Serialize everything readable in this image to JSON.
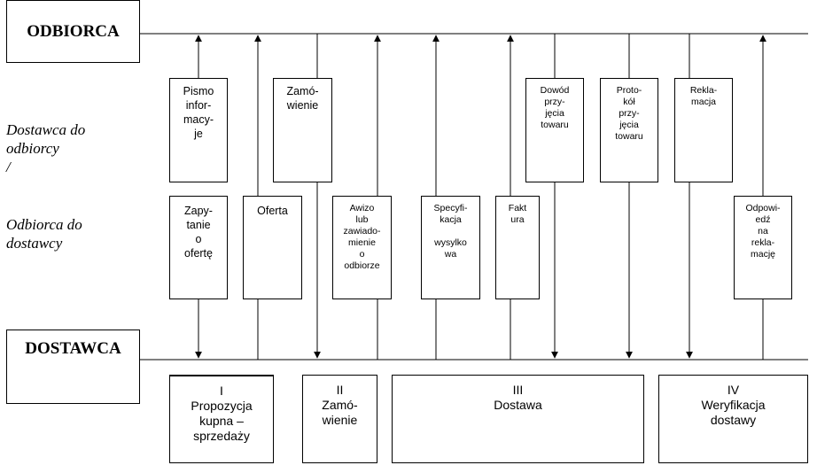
{
  "parties": {
    "recipient": "ODBIORCA",
    "supplier": "DOSTAWCA"
  },
  "direction_labels": {
    "supplier_to_recipient": "Dostawca do\nodbiorcy\n/",
    "recipient_to_supplier": "Odbiorca do\ndostawcy"
  },
  "documents_to_recipient": [
    {
      "id": "pismo",
      "label": "Pismo\ninfor-\nmacy-\nje"
    },
    {
      "id": "zamowienie",
      "label": "Zamó-\nwienie"
    },
    {
      "id": "dowod",
      "label": "Dowód\nprzy-\njęcia\ntowaru"
    },
    {
      "id": "protokol",
      "label": "Proto-\nkół\nprzy-\njęcia\ntowaru"
    },
    {
      "id": "reklamacja",
      "label": "Rekla-\nmacja"
    }
  ],
  "documents_to_supplier": [
    {
      "id": "zapytanie",
      "label": "Zapy-\ntanie\no\nofertę"
    },
    {
      "id": "oferta",
      "label": "Oferta"
    },
    {
      "id": "awizo",
      "label": "Awizo\nlub\nzawiado-\nmienie\no\nodbiorze"
    },
    {
      "id": "specyfikacja",
      "label": "Specyfi-\nkacja\n\nwysylko\nwa"
    },
    {
      "id": "faktura",
      "label": "Fakt\nura"
    },
    {
      "id": "odpowiedz",
      "label": "Odpowi-\nedź\nna\nrekla-\nmację"
    }
  ],
  "stages": [
    {
      "id": "stage-1",
      "label": "I\nPropozycja\nkupna –\nsprzedaży"
    },
    {
      "id": "stage-2",
      "label": "II\nZamó-\nwienie"
    },
    {
      "id": "stage-3",
      "label": "III\nDostawa"
    },
    {
      "id": "stage-4",
      "label": "IV\nWeryfikacja\ndostawy"
    }
  ]
}
